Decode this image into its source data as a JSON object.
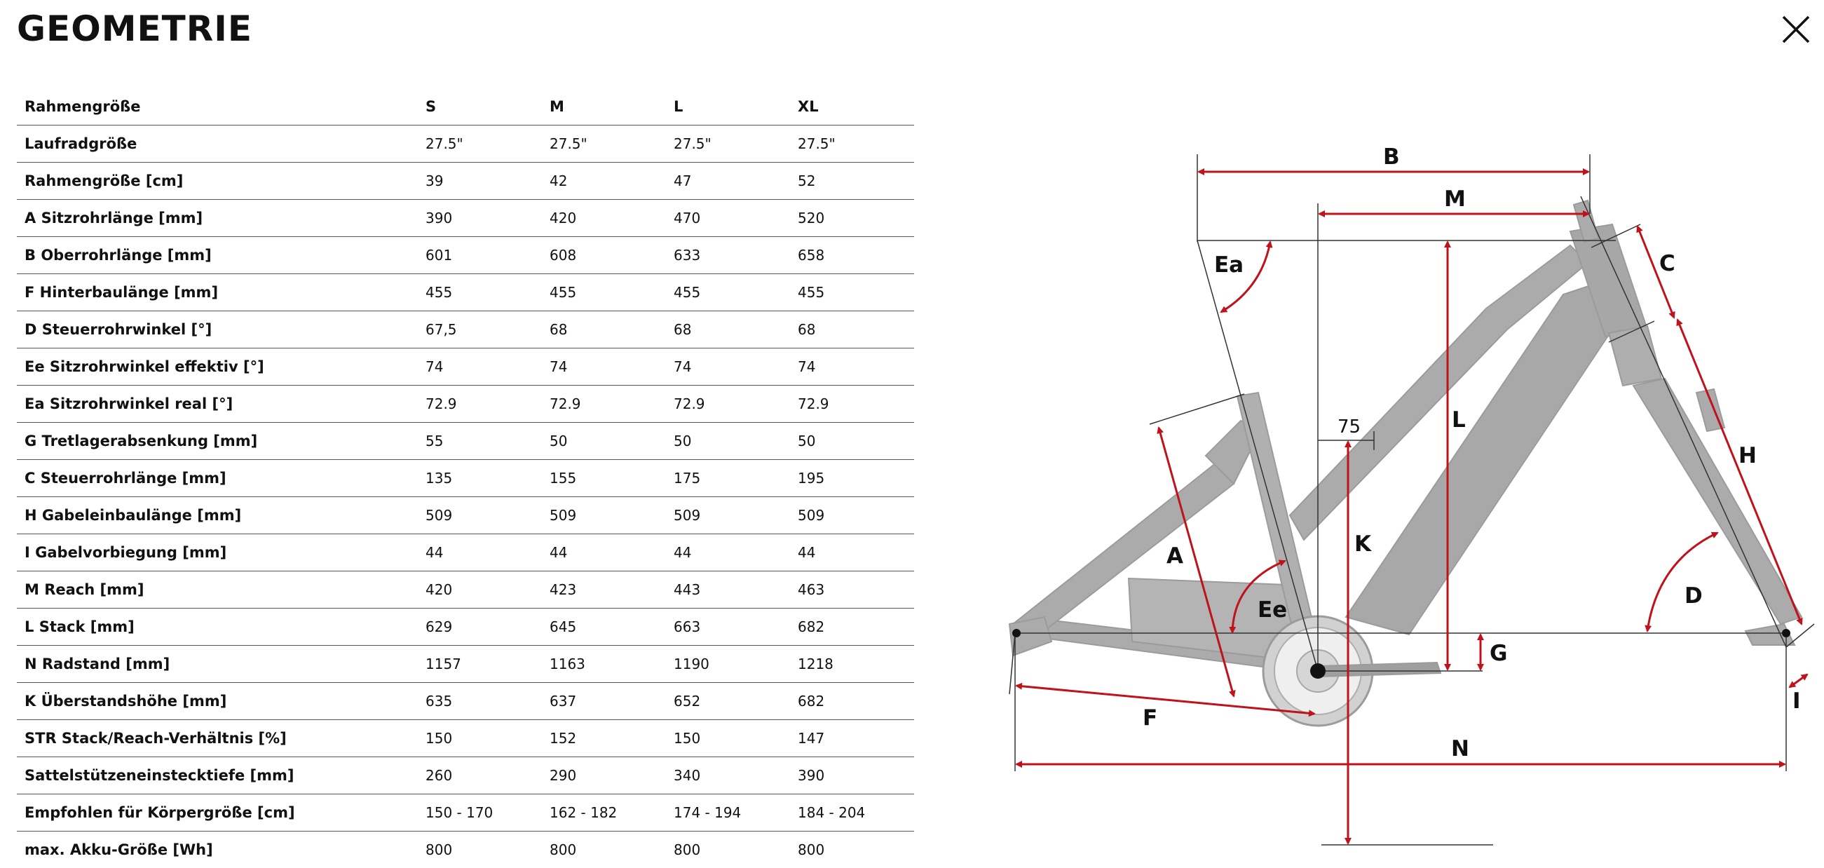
{
  "title": "GEOMETRIE",
  "table": {
    "headers": [
      "Rahmengröße",
      "S",
      "M",
      "L",
      "XL"
    ],
    "rows": [
      [
        "Laufradgröße",
        "27.5\"",
        "27.5\"",
        "27.5\"",
        "27.5\""
      ],
      [
        "Rahmengröße [cm]",
        "39",
        "42",
        "47",
        "52"
      ],
      [
        "A Sitzrohrlänge [mm]",
        "390",
        "420",
        "470",
        "520"
      ],
      [
        "B Oberrohrlänge [mm]",
        "601",
        "608",
        "633",
        "658"
      ],
      [
        "F Hinterbaulänge [mm]",
        "455",
        "455",
        "455",
        "455"
      ],
      [
        "D Steuerrohrwinkel [°]",
        "67,5",
        "68",
        "68",
        "68"
      ],
      [
        "Ee Sitzrohrwinkel effektiv [°]",
        "74",
        "74",
        "74",
        "74"
      ],
      [
        "Ea Sitzrohrwinkel real [°]",
        "72.9",
        "72.9",
        "72.9",
        "72.9"
      ],
      [
        "G Tretlagerabsenkung [mm]",
        "55",
        "50",
        "50",
        "50"
      ],
      [
        "C Steuerrohrlänge [mm]",
        "135",
        "155",
        "175",
        "195"
      ],
      [
        "H Gabeleinbaulänge [mm]",
        "509",
        "509",
        "509",
        "509"
      ],
      [
        "I Gabelvorbiegung [mm]",
        "44",
        "44",
        "44",
        "44"
      ],
      [
        "M Reach [mm]",
        "420",
        "423",
        "443",
        "463"
      ],
      [
        "L Stack [mm]",
        "629",
        "645",
        "663",
        "682"
      ],
      [
        "N Radstand [mm]",
        "1157",
        "1163",
        "1190",
        "1218"
      ],
      [
        "K Überstandshöhe [mm]",
        "635",
        "637",
        "652",
        "682"
      ],
      [
        "STR Stack/Reach-Verhältnis [%]",
        "150",
        "152",
        "150",
        "147"
      ],
      [
        "Sattelstützeneinstecktiefe [mm]",
        "260",
        "290",
        "340",
        "390"
      ],
      [
        "Empfohlen für Körpergröße [cm]",
        "150 - 170",
        "162 - 182",
        "174 - 194",
        "184 - 204"
      ],
      [
        "max. Akku-Größe [Wh]",
        "800",
        "800",
        "800",
        "800"
      ]
    ]
  },
  "diagram": {
    "labels": {
      "B": "B",
      "M": "M",
      "C": "C",
      "Ea": "Ea",
      "L": "L",
      "H": "H",
      "75": "75",
      "A": "A",
      "K": "K",
      "D": "D",
      "Ee": "Ee",
      "G": "G",
      "F": "F",
      "I": "I",
      "N": "N"
    },
    "colors": {
      "dimension": "#c0121b",
      "frame": "#9a9a9a",
      "construction": "#333333"
    }
  }
}
